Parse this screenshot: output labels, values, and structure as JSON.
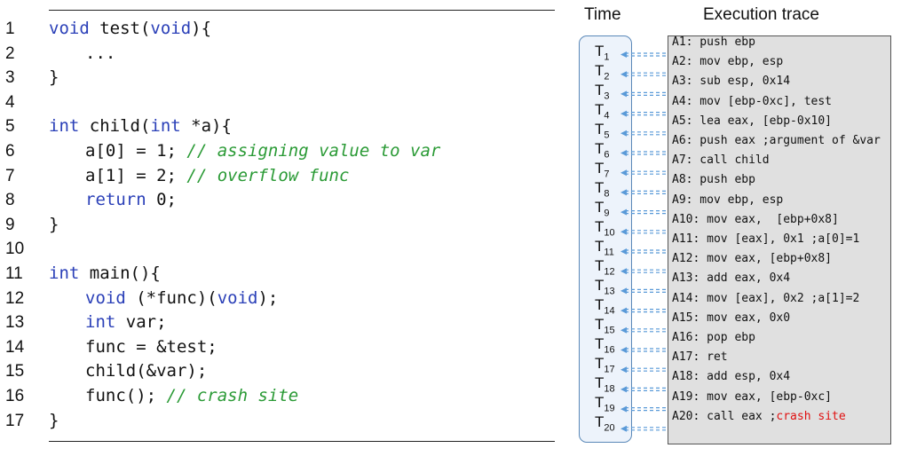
{
  "code": {
    "lines": [
      {
        "n": "1",
        "indent": 0,
        "parts": [
          {
            "t": "void",
            "c": "kw"
          },
          {
            "t": " test(",
            "c": "pl"
          },
          {
            "t": "void",
            "c": "kw"
          },
          {
            "t": "){",
            "c": "pl"
          }
        ]
      },
      {
        "n": "2",
        "indent": 2,
        "parts": [
          {
            "t": "...",
            "c": "pl"
          }
        ]
      },
      {
        "n": "3",
        "indent": 0,
        "parts": [
          {
            "t": "}",
            "c": "pl"
          }
        ]
      },
      {
        "n": "4",
        "indent": 0,
        "parts": []
      },
      {
        "n": "5",
        "indent": 0,
        "parts": [
          {
            "t": "int",
            "c": "kw"
          },
          {
            "t": " child(",
            "c": "pl"
          },
          {
            "t": "int",
            "c": "kw"
          },
          {
            "t": " *a){",
            "c": "pl"
          }
        ]
      },
      {
        "n": "6",
        "indent": 2,
        "parts": [
          {
            "t": "a[0] = 1; ",
            "c": "pl"
          },
          {
            "t": "// assigning value to var",
            "c": "cm"
          }
        ]
      },
      {
        "n": "7",
        "indent": 2,
        "parts": [
          {
            "t": "a[1] = 2; ",
            "c": "pl"
          },
          {
            "t": "// overflow func",
            "c": "cm"
          }
        ]
      },
      {
        "n": "8",
        "indent": 2,
        "parts": [
          {
            "t": "return",
            "c": "kw"
          },
          {
            "t": " 0;",
            "c": "pl"
          }
        ]
      },
      {
        "n": "9",
        "indent": 0,
        "parts": [
          {
            "t": "}",
            "c": "pl"
          }
        ]
      },
      {
        "n": "10",
        "indent": 0,
        "parts": []
      },
      {
        "n": "11",
        "indent": 0,
        "parts": [
          {
            "t": "int",
            "c": "kw"
          },
          {
            "t": " main(){",
            "c": "pl"
          }
        ]
      },
      {
        "n": "12",
        "indent": 2,
        "parts": [
          {
            "t": "void",
            "c": "kw"
          },
          {
            "t": " (*func)(",
            "c": "pl"
          },
          {
            "t": "void",
            "c": "kw"
          },
          {
            "t": ");",
            "c": "pl"
          }
        ]
      },
      {
        "n": "13",
        "indent": 2,
        "parts": [
          {
            "t": "int",
            "c": "kw"
          },
          {
            "t": " var;",
            "c": "pl"
          }
        ]
      },
      {
        "n": "14",
        "indent": 2,
        "parts": [
          {
            "t": "func = &test;",
            "c": "pl"
          }
        ]
      },
      {
        "n": "15",
        "indent": 2,
        "parts": [
          {
            "t": "child(&var);",
            "c": "pl"
          }
        ]
      },
      {
        "n": "16",
        "indent": 2,
        "parts": [
          {
            "t": "func(); ",
            "c": "pl"
          },
          {
            "t": "// crash site",
            "c": "cm"
          }
        ]
      },
      {
        "n": "17",
        "indent": 0,
        "parts": [
          {
            "t": "}",
            "c": "pl"
          }
        ]
      }
    ]
  },
  "time_header": "Time",
  "trace_header": "Execution trace",
  "time_labels": [
    "T",
    "T",
    "T",
    "T",
    "T",
    "T",
    "T",
    "T",
    "T",
    "T",
    "T",
    "T",
    "T",
    "T",
    "T",
    "T",
    "T",
    "T",
    "T",
    "T"
  ],
  "time_subs": [
    "1",
    "2",
    "3",
    "4",
    "5",
    "6",
    "7",
    "8",
    "9",
    "10",
    "11",
    "12",
    "13",
    "14",
    "15",
    "16",
    "17",
    "18",
    "19",
    "20"
  ],
  "trace": [
    {
      "text": "A1: push ebp"
    },
    {
      "text": "A2: mov ebp, esp"
    },
    {
      "text": "A3: sub esp, 0x14"
    },
    {
      "text": "A4: mov [ebp-0xc], test"
    },
    {
      "text": "A5: lea eax, [ebp-0x10]"
    },
    {
      "text": "A6: push eax ;argument of &var"
    },
    {
      "text": "A7: call child"
    },
    {
      "text": "A8: push ebp"
    },
    {
      "text": "A9: mov ebp, esp"
    },
    {
      "text": "A10: mov eax,  [ebp+0x8]"
    },
    {
      "text": "A11: mov [eax], 0x1 ;a[0]=1"
    },
    {
      "text": "A12: mov eax, [ebp+0x8]"
    },
    {
      "text": "A13: add eax, 0x4"
    },
    {
      "text": "A14: mov [eax], 0x2 ;a[1]=2"
    },
    {
      "text": "A15: mov eax, 0x0"
    },
    {
      "text": "A16: pop ebp"
    },
    {
      "text": "A17: ret"
    },
    {
      "text": "A18: add esp, 0x4"
    },
    {
      "text": "A19: mov eax, [ebp-0xc]"
    },
    {
      "text": "A20: call eax ;",
      "red": "crash site"
    }
  ],
  "colors": {
    "keyword": "#2b40b8",
    "comment": "#2a9a35",
    "crash": "#e01010",
    "arrow": "#5a9ad8"
  }
}
